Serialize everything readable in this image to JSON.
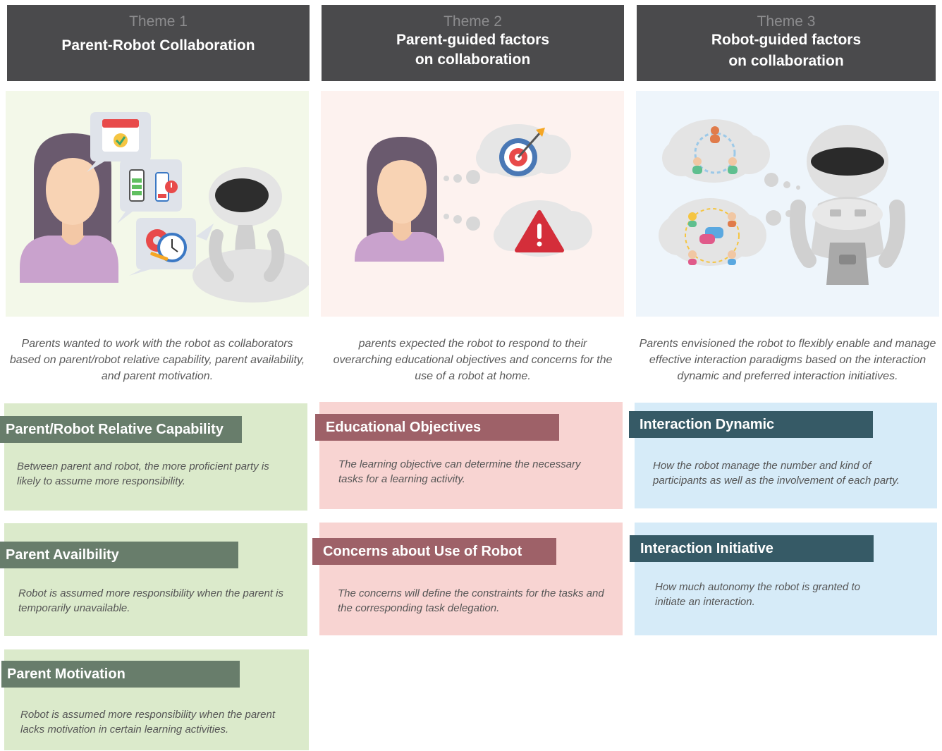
{
  "colors": {
    "header_bg": "#4a4a4c",
    "theme1_illus_bg": "#f3f8e9",
    "theme2_illus_bg": "#fdf2ef",
    "theme3_illus_bg": "#eef5fb",
    "theme1_card_bg": "#dbeacb",
    "theme1_tag_bg": "#687d6b",
    "theme2_card_bg": "#f8d4d2",
    "theme2_tag_bg": "#9e6168",
    "theme3_card_bg": "#d6ebf8",
    "theme3_tag_bg": "#365a66"
  },
  "themes": [
    {
      "number": "Theme 1",
      "title_line1": "Parent-Robot Collaboration",
      "title_line2": "",
      "summary": "Parents wanted to work with the robot as collaborators based on parent/robot relative capability, parent availability, and parent motivation.",
      "factors": [
        {
          "name": "Parent/Robot Relative Capability",
          "desc": "Between parent and robot, the more proficient party is likely to assume more responsibility."
        },
        {
          "name": "Parent Availbility",
          "desc": "Robot is assumed more responsibility when the parent is temporarily unavailable."
        },
        {
          "name": "Parent Motivation",
          "desc": "Robot is assumed more responsibility when the parent lacks motivation in certain learning activities."
        }
      ]
    },
    {
      "number": "Theme 2",
      "title_line1": "Parent-guided factors",
      "title_line2": "on collaboration",
      "summary": "parents expected the robot to respond to their overarching educational objectives and concerns for the use of a robot at home.",
      "factors": [
        {
          "name": "Educational Objectives",
          "desc": "The learning objective can determine the necessary tasks for a learning activity."
        },
        {
          "name": "Concerns about Use of Robot",
          "desc": "The concerns will define the constraints for the tasks and the corresponding task delegation."
        }
      ]
    },
    {
      "number": "Theme 3",
      "title_line1": "Robot-guided factors",
      "title_line2": "on collaboration",
      "summary": "Parents envisioned the robot to flexibly enable and manage effective interaction paradigms based on the interaction dynamic and preferred interaction initiatives.",
      "factors": [
        {
          "name": "Interaction Dynamic",
          "desc": "How the robot manage the number and kind of participants as well as the involvement of each party."
        },
        {
          "name": "Interaction Initiative",
          "desc": "How much autonomy the robot is granted to initiate an interaction."
        }
      ]
    }
  ]
}
